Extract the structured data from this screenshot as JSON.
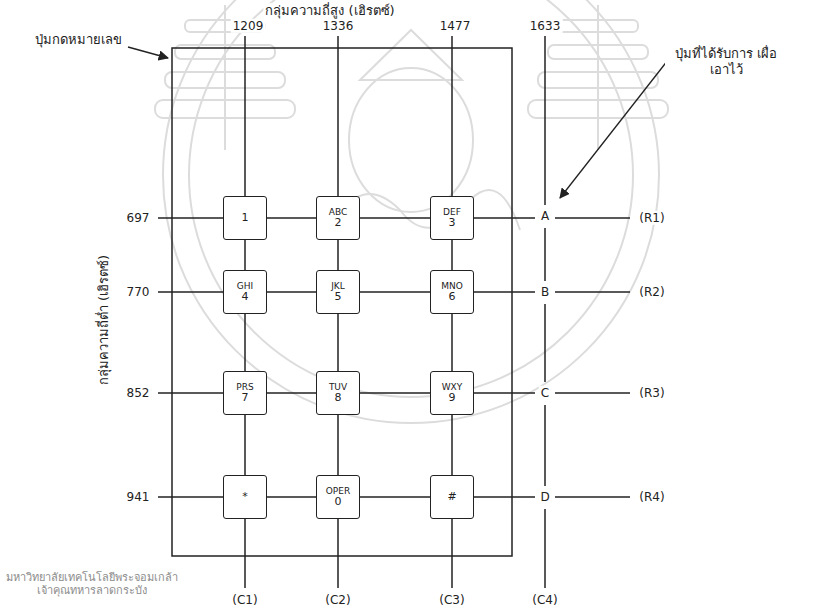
{
  "diagram": {
    "nodes": [
      {
        "text": [
          "1"
        ]
      },
      {
        "text": [
          "ABC",
          "2"
        ]
      },
      {
        "text": [
          "DEF",
          "3"
        ]
      },
      {
        "text": [
          "GHI",
          "4"
        ]
      },
      {
        "text": [
          "JKL",
          "5"
        ]
      },
      {
        "text": [
          "MNO",
          "6"
        ]
      },
      {
        "text": [
          "PRS",
          "7"
        ]
      },
      {
        "text": [
          "TUV",
          "8"
        ]
      },
      {
        "text": [
          "WXY",
          "9"
        ]
      },
      {
        "text": [
          "*"
        ]
      },
      {
        "text": [
          "OPER",
          "0"
        ]
      },
      {
        "text": [
          "#"
        ]
      }
    ],
    "edges": [
      {
        "from": 0,
        "to": 1,
        "arrow": "none"
      },
      {
        "from": 1,
        "to": 2,
        "arrow": "none"
      },
      {
        "from": 3,
        "to": 4,
        "arrow": "none"
      },
      {
        "from": 4,
        "to": 5,
        "arrow": "none"
      },
      {
        "from": 6,
        "to": 7,
        "arrow": "none"
      },
      {
        "from": 7,
        "to": 8,
        "arrow": "none"
      },
      {
        "from": 9,
        "to": 10,
        "arrow": "none"
      },
      {
        "from": 10,
        "to": 11,
        "arrow": "none"
      },
      {
        "from": 0,
        "to": 3,
        "arrow": "none"
      },
      {
        "from": 3,
        "to": 6,
        "arrow": "none"
      },
      {
        "from": 6,
        "to": 9,
        "arrow": "none"
      },
      {
        "from": 1,
        "to": 4,
        "arrow": "none"
      },
      {
        "from": 4,
        "to": 7,
        "arrow": "none"
      },
      {
        "from": 7,
        "to": 10,
        "arrow": "none"
      },
      {
        "from": 2,
        "to": 5,
        "arrow": "none"
      },
      {
        "from": 5,
        "to": 8,
        "arrow": "none"
      },
      {
        "from": 8,
        "to": 11,
        "arrow": "none"
      }
    ],
    "labels": [
      "กลุ่มความถี่สูง (เฮิรตซ์)",
      "ปุ่มกดหมายเลข",
      "1209",
      "1336",
      "1477",
      "1633",
      "ปุ่มที่ได้รับการ เผื่อเอาไว้",
      "กลุ่มความถี่ต่ำ (เฮิรตซ์)",
      "697",
      "A",
      "(R1)",
      "770",
      "B",
      "(R2)",
      "852",
      "C",
      "(R3)",
      "941",
      "D",
      "(R4)",
      "(C1)",
      "(C2)",
      "(C3)",
      "(C4)",
      "มหาวิทยาลัยเทคโนโลยีพระจอมเกล้าเจ้าคุณทหารลาดกระบัง"
    ]
  }
}
